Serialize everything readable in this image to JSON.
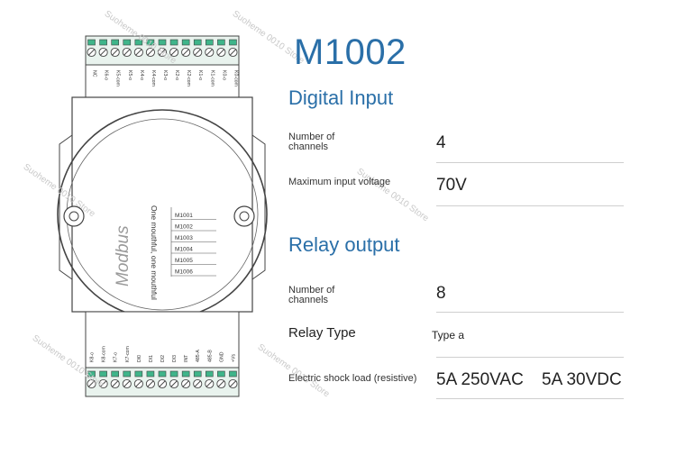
{
  "product": {
    "model": "M1002"
  },
  "digital_input": {
    "heading": "Digital Input",
    "channels_label_line1": "Number of",
    "channels_label_line2": "channels",
    "channels_value": "4",
    "max_voltage_label": "Maximum input voltage",
    "max_voltage_value": "70V"
  },
  "relay_output": {
    "heading": "Relay output",
    "channels_label_line1": "Number of",
    "channels_label_line2": "channels",
    "channels_value": "8",
    "relay_type_label": "Relay Type",
    "relay_type_value": "Type a",
    "load_label": "Electric shock load (resistive)",
    "load_value_ac": "5A 250VAC",
    "load_value_dc": "5A 30VDC"
  },
  "device": {
    "brand_text": "Modbus",
    "slogan_text": "One mouthful, one mouthful",
    "models": [
      "M1001",
      "M1002",
      "M1003",
      "M1004",
      "M1005",
      "M1006"
    ],
    "top_terminals": [
      "NC",
      "K6-o",
      "K5-com",
      "K5-o",
      "K4-o",
      "K4-com",
      "K3-o",
      "K2-o",
      "K2-com",
      "K1-o",
      "K1-com",
      "K0-o",
      "K0-com"
    ],
    "bottom_terminals": [
      "K8-o",
      "K8-com",
      "K7-o",
      "K7-com",
      "DI0",
      "DI1",
      "DI2",
      "DI3",
      "INT",
      "485-A",
      "485-B",
      "GND",
      "+Vs"
    ]
  },
  "watermark": {
    "text": "Suoheme 0010 Store"
  },
  "colors": {
    "accent": "#2a6fa8",
    "terminal_green": "#3fb58a",
    "line": "#444444"
  }
}
